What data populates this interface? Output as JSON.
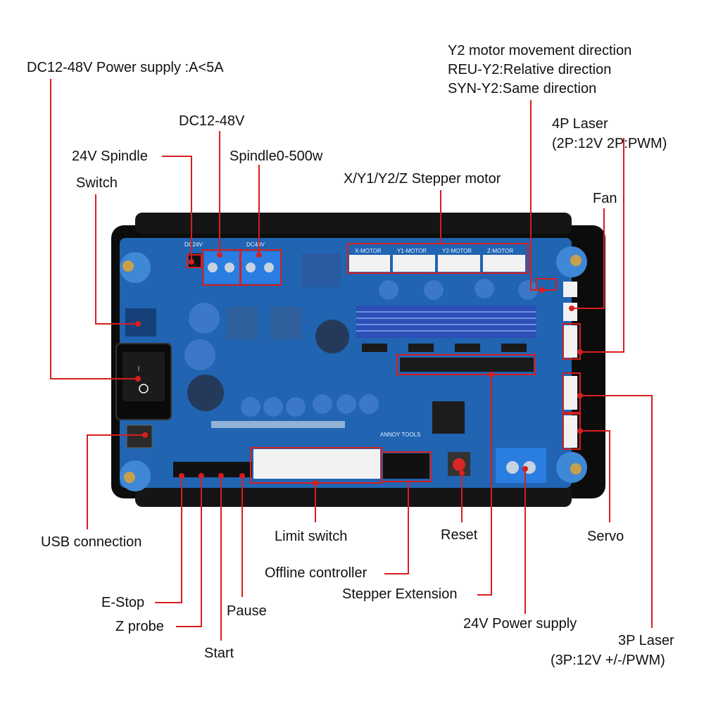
{
  "labels": {
    "power_supply_main": "DC12-48V Power supply :A<5A",
    "dc_input": "DC12-48V",
    "spindle_24v": "24V Spindle",
    "spindle_power": "Spindle0-500w",
    "switch": "Switch",
    "stepper_motor": "X/Y1/Y2/Z Stepper motor",
    "y2_dir_line1": "Y2 motor movement direction",
    "y2_dir_line2": "REU-Y2:Relative direction",
    "y2_dir_line3": "SYN-Y2:Same direction",
    "laser_4p_line1": "4P Laser",
    "laser_4p_line2": "(2P:12V 2P:PWM)",
    "fan": "Fan",
    "usb": "USB connection",
    "limit_switch": "Limit switch",
    "reset": "Reset",
    "servo": "Servo",
    "offline_controller": "Offline controller",
    "stepper_extension": "Stepper Extension",
    "estop": "E-Stop",
    "pause": "Pause",
    "z_probe": "Z probe",
    "power_24v": "24V Power supply",
    "start": "Start",
    "laser_3p_line1": "3P Laser",
    "laser_3p_line2": "(3P:12V +/-/PWM)"
  },
  "silkscreen": {
    "x_motor": "X-MOTOR",
    "y1_motor": "Y1-MOTOR",
    "y2_motor": "Y2-MOTOR",
    "z_motor": "Z-MOTOR",
    "dc24v": "DC24V",
    "dc48v": "DC48V",
    "brand": "ANNOY TOOLS"
  },
  "colors": {
    "leader": "#d81e1e",
    "board_plate": "#111111",
    "board_pcb": "#1a5fb4",
    "terminal": "#2a7de1",
    "heatsink": "#2c4fb8"
  }
}
